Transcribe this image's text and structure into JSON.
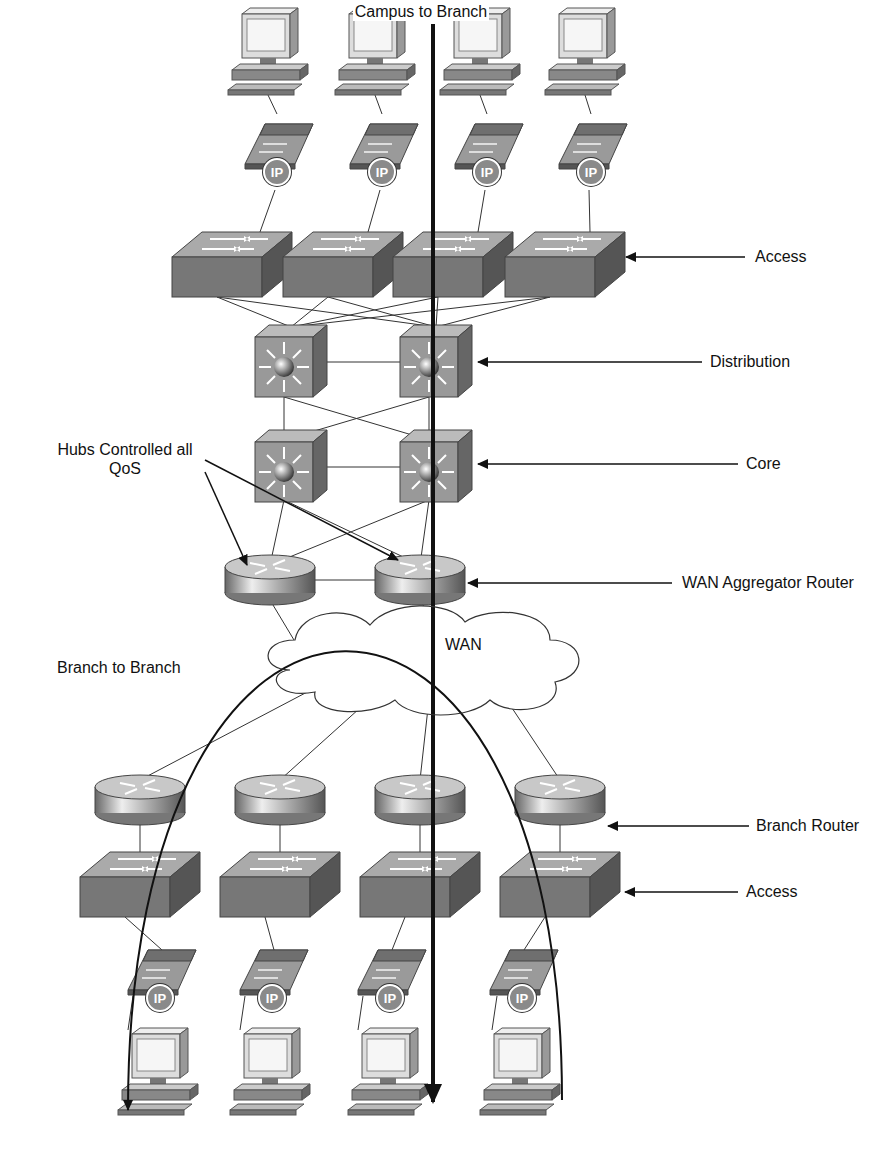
{
  "diagram": {
    "nodes": [
      {
        "text": [
          "IP"
        ]
      },
      {
        "text": [
          "IP"
        ]
      },
      {
        "text": [
          "IP"
        ]
      },
      {
        "text": [
          "IP"
        ]
      },
      {
        "text": [
          "WAN"
        ]
      },
      {
        "text": [
          "IP"
        ]
      },
      {
        "text": [
          "IP"
        ]
      },
      {
        "text": [
          "IP"
        ]
      },
      {
        "text": [
          "IP"
        ]
      }
    ],
    "labels": [
      "Campus to Branch",
      "Access",
      "Distribution",
      "Core",
      "Hubs Controlled all QoS",
      "WAN Aggregator Router",
      "Branch to Branch",
      "Branch Router",
      "Access"
    ]
  }
}
